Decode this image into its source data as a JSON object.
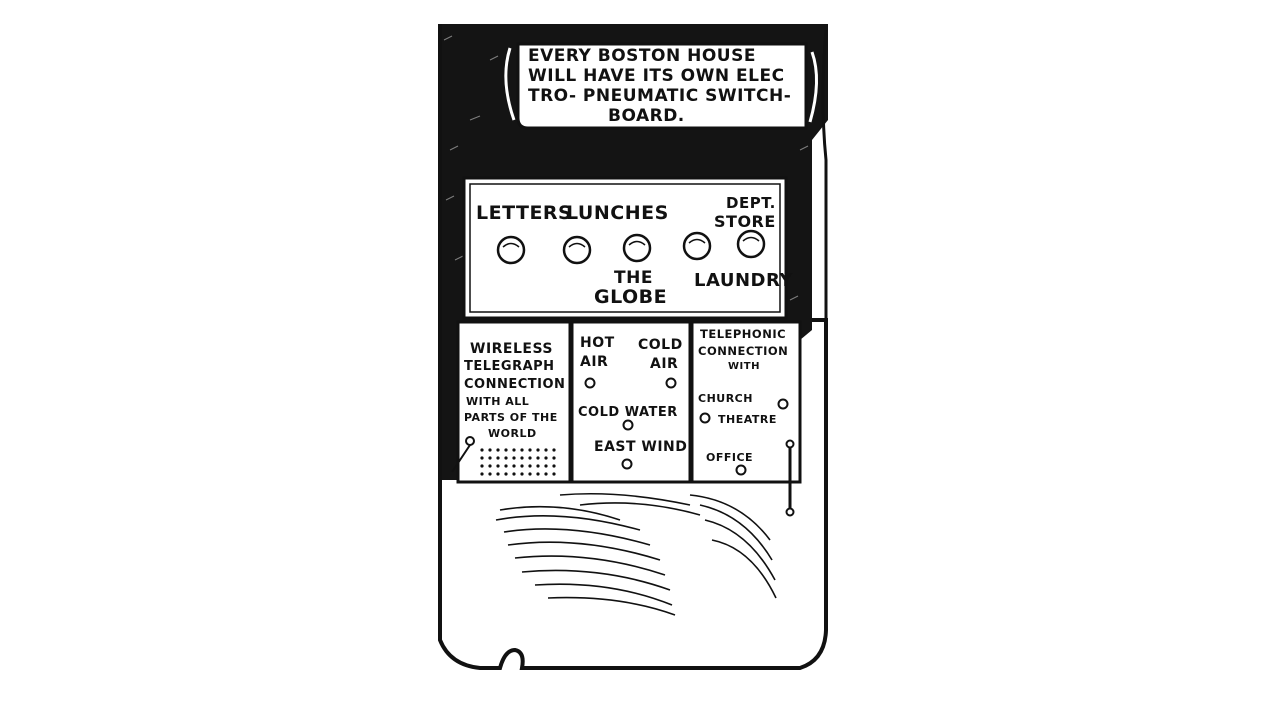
{
  "sign": {
    "line1": "EVERY BOSTON HOUSE",
    "line2": "WILL HAVE ITS OWN ELEC",
    "line3": "TRO- PNEUMATIC SWITCH-",
    "line4": "BOARD."
  },
  "top_panel": {
    "letters": "LETTERS",
    "lunches": "LUNCHES",
    "dept": "DEPT.",
    "store": "STORE",
    "the": "THE",
    "globe": "GLOBE",
    "laundry": "LAUNDRY"
  },
  "left_panel": {
    "l1": "WIRELESS",
    "l2": "TELEGRAPH",
    "l3": "CONNECTION",
    "l4": "WITH ALL",
    "l5": "PARTS OF THE",
    "l6": "WORLD"
  },
  "middle_panel": {
    "hot": "HOT",
    "air1": "AIR",
    "cold": "COLD",
    "air2": "AIR",
    "cold_water": "COLD WATER",
    "east_wind": "EAST WIND"
  },
  "right_panel": {
    "l1": "TELEPHONIC",
    "l2": "CONNECTION",
    "l3": "WITH",
    "church": "CHURCH",
    "theatre": "THEATRE",
    "office": "OFFICE"
  }
}
